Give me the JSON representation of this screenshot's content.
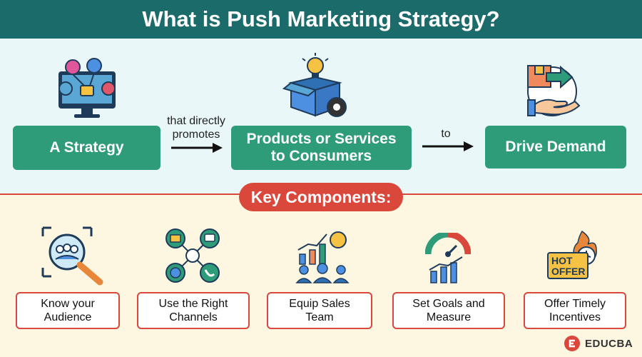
{
  "header": {
    "title": "What is Push Marketing Strategy?"
  },
  "flow": {
    "box1": "A Strategy",
    "connector1_line1": "that directly",
    "connector1_line2": "promotes",
    "box2_line1": "Products or Services",
    "box2_line2": "to Consumers",
    "connector2": "to",
    "box3": "Drive Demand"
  },
  "key_components": {
    "title": "Key Components:",
    "items": [
      {
        "line1": "Know your",
        "line2": "Audience",
        "icon": "audience-search-icon"
      },
      {
        "line1": "Use the Right",
        "line2": "Channels",
        "icon": "channels-network-icon"
      },
      {
        "line1": "Equip Sales",
        "line2": "Team",
        "icon": "sales-team-growth-icon"
      },
      {
        "line1": "Set Goals and",
        "line2": "Measure",
        "icon": "gauge-chart-icon"
      },
      {
        "line1": "Offer Timely",
        "line2": "Incentives",
        "icon": "hot-offer-icon"
      }
    ],
    "hot_offer_text_1": "HOT",
    "hot_offer_text_2": "OFFER"
  },
  "brand": {
    "name": "EDUCBA"
  },
  "colors": {
    "header": "#1c6b6b",
    "flow_box": "#2e9c78",
    "accent_red": "#d9483b",
    "top_bg": "#e9f7f8",
    "bottom_bg": "#fdf6e0"
  }
}
